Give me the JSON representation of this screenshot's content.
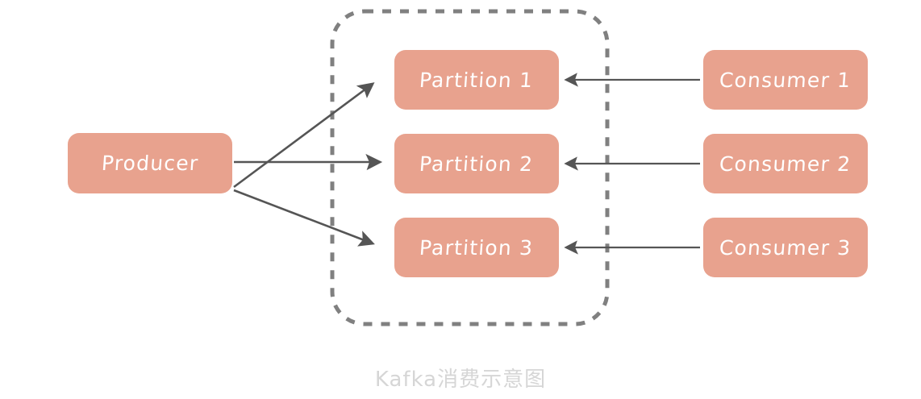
{
  "diagram": {
    "caption": "Kafka消费示意图",
    "background_color": "#ffffff",
    "node_fill_color": "#e8a28e",
    "node_text_color": "#ffffff",
    "arrow_color": "#555555",
    "dashed_border_color": "#808080",
    "caption_color": "#d6d6d6",
    "producer": {
      "label": "Producer"
    },
    "cluster": {
      "border_style": "dashed",
      "partitions": [
        {
          "label": "Partition 1"
        },
        {
          "label": "Partition 2"
        },
        {
          "label": "Partition 3"
        }
      ]
    },
    "consumers": [
      {
        "label": "Consumer 1"
      },
      {
        "label": "Consumer 2"
      },
      {
        "label": "Consumer 3"
      }
    ],
    "producer_edges": [
      {
        "from": "Producer",
        "to": "Partition 1"
      },
      {
        "from": "Producer",
        "to": "Partition 2"
      },
      {
        "from": "Producer",
        "to": "Partition 3"
      }
    ],
    "consumer_edges": [
      {
        "from": "Consumer 1",
        "to": "Partition 1"
      },
      {
        "from": "Consumer 2",
        "to": "Partition 2"
      },
      {
        "from": "Consumer 3",
        "to": "Partition 3"
      }
    ]
  }
}
